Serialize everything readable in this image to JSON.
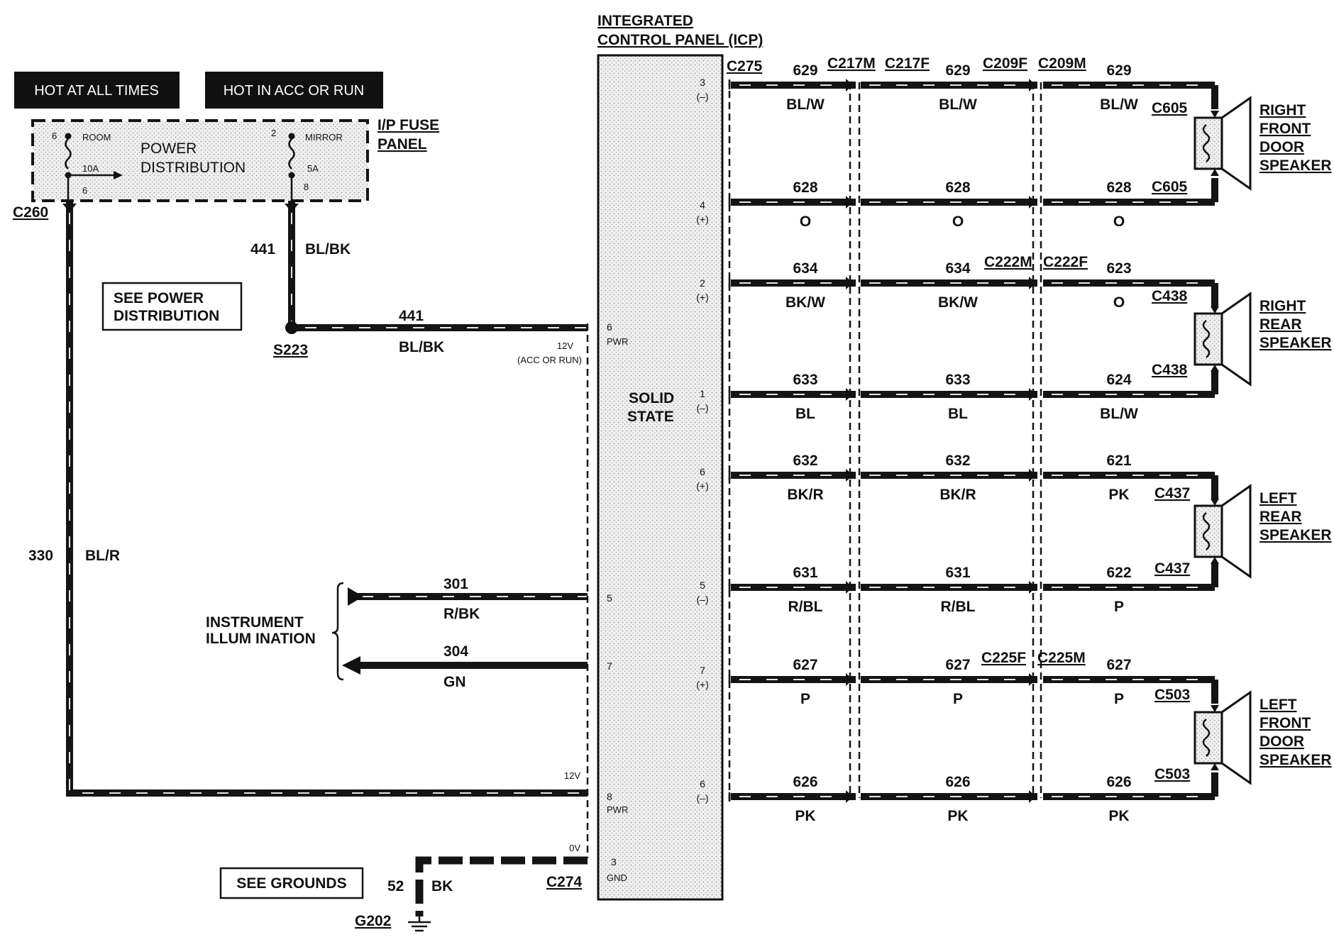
{
  "header": {
    "hot_at_all_times": "HOT AT ALL TIMES",
    "hot_in_acc_or_run": "HOT IN ACC OR RUN"
  },
  "fuse_panel": {
    "label_line1": "I/P FUSE",
    "label_line2": "PANEL",
    "title_line1": "POWER",
    "title_line2": "DISTRIBUTION",
    "room": {
      "name": "ROOM",
      "pin_top": "6",
      "amps": "10A",
      "pin_bottom": "6"
    },
    "mirror": {
      "name": "MIRROR",
      "pin_top": "2",
      "amps": "5A",
      "pin_bottom": "8"
    }
  },
  "connectors": {
    "c260": "C260",
    "s223": "S223",
    "c274": "C274",
    "g202": "G202",
    "c275": "C275",
    "c217m": "C217M",
    "c217f": "C217F",
    "c209f": "C209F",
    "c209m": "C209M",
    "c222m": "C222M",
    "c222f": "C222F",
    "c225f": "C225F",
    "c225m": "C225M",
    "c605": "C605",
    "c438": "C438",
    "c437": "C437",
    "c503": "C503"
  },
  "left_wires": {
    "w441_vertical": {
      "circuit": "441",
      "color": "BL/BK"
    },
    "w441_horizontal": {
      "circuit": "441",
      "color": "BL/BK"
    },
    "w330": {
      "circuit": "330",
      "color": "BL/R"
    },
    "w301": {
      "circuit": "301",
      "color": "R/BK"
    },
    "w304": {
      "circuit": "304",
      "color": "GN"
    },
    "w52": {
      "circuit": "52",
      "color": "BK"
    }
  },
  "notes": {
    "see_power_line1": "SEE POWER",
    "see_power_line2": "DISTRIBUTION",
    "see_grounds": "SEE GROUNDS",
    "instrument_line1": "INSTRUMENT",
    "instrument_line2": "ILLUM INATION"
  },
  "icp": {
    "title_line1": "INTEGRATED",
    "title_line2": "CONTROL PANEL (ICP)",
    "solid_line1": "SOLID",
    "solid_line2": "STATE",
    "left_pins": {
      "pwr6": {
        "voltage": "12V",
        "cond": "(ACC OR RUN)",
        "pin": "6",
        "name": "PWR"
      },
      "p5": {
        "pin": "5"
      },
      "p7": {
        "pin": "7"
      },
      "pwr8": {
        "voltage": "12V",
        "pin": "8",
        "name": "PWR"
      },
      "gnd3": {
        "voltage": "0V",
        "pin": "3",
        "name": "GND"
      }
    },
    "right_pins": [
      {
        "pin": "3",
        "pol": "(–)"
      },
      {
        "pin": "4",
        "pol": "(+)"
      },
      {
        "pin": "2",
        "pol": "(+)"
      },
      {
        "pin": "1",
        "pol": "(–)"
      },
      {
        "pin": "6",
        "pol": "(+)"
      },
      {
        "pin": "5",
        "pol": "(–)"
      },
      {
        "pin": "7",
        "pol": "(+)"
      },
      {
        "pin": "6",
        "pol": "(–)"
      }
    ]
  },
  "speaker_wires": [
    {
      "s1": {
        "c": "629",
        "col": "BL/W"
      },
      "s2": {
        "c": "629",
        "col": "BL/W"
      },
      "s3": {
        "c": "629",
        "col": "BL/W"
      }
    },
    {
      "s1": {
        "c": "628",
        "col": "O"
      },
      "s2": {
        "c": "628",
        "col": "O"
      },
      "s3": {
        "c": "628",
        "col": "O"
      }
    },
    {
      "s1": {
        "c": "634",
        "col": "BK/W"
      },
      "s2": {
        "c": "634",
        "col": "BK/W"
      },
      "s3": {
        "c": "623",
        "col": "O"
      }
    },
    {
      "s1": {
        "c": "633",
        "col": "BL"
      },
      "s2": {
        "c": "633",
        "col": "BL"
      },
      "s3": {
        "c": "624",
        "col": "BL/W"
      }
    },
    {
      "s1": {
        "c": "632",
        "col": "BK/R"
      },
      "s2": {
        "c": "632",
        "col": "BK/R"
      },
      "s3": {
        "c": "621",
        "col": "PK"
      }
    },
    {
      "s1": {
        "c": "631",
        "col": "R/BL"
      },
      "s2": {
        "c": "631",
        "col": "R/BL"
      },
      "s3": {
        "c": "622",
        "col": "P"
      }
    },
    {
      "s1": {
        "c": "627",
        "col": "P"
      },
      "s2": {
        "c": "627",
        "col": "P"
      },
      "s3": {
        "c": "627",
        "col": "P"
      }
    },
    {
      "s1": {
        "c": "626",
        "col": "PK"
      },
      "s2": {
        "c": "626",
        "col": "PK"
      },
      "s3": {
        "c": "626",
        "col": "PK"
      }
    }
  ],
  "speakers": [
    {
      "line1": "RIGHT",
      "line2": "FRONT",
      "line3": "DOOR",
      "line4": "SPEAKER"
    },
    {
      "line1": "RIGHT",
      "line2": "REAR",
      "line3": "SPEAKER"
    },
    {
      "line1": "LEFT",
      "line2": "REAR",
      "line3": "SPEAKER"
    },
    {
      "line1": "LEFT",
      "line2": "FRONT",
      "line3": "DOOR",
      "line4": "SPEAKER"
    }
  ]
}
